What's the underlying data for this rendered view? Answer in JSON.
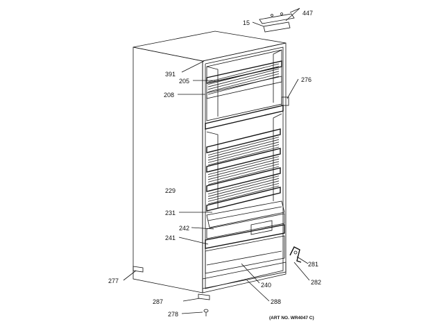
{
  "labels": {
    "p447": "447",
    "p15": "15",
    "p391": "391",
    "p205": "205",
    "p208": "208",
    "p276": "276",
    "p229": "229",
    "p231": "231",
    "p242": "242",
    "p241": "241",
    "p281": "281",
    "p282": "282",
    "p277": "277",
    "p240": "240",
    "p287": "287",
    "p288": "288",
    "p278": "278"
  },
  "art_number": "(ART NO. WR4047 C)"
}
